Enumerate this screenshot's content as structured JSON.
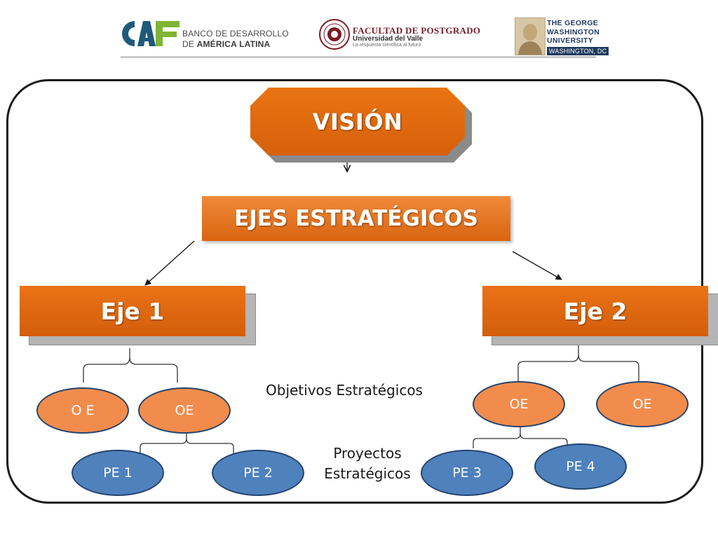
{
  "header": {
    "caf": {
      "line1": "BANCO DE DESARROLLO",
      "line2_prefix": "DE ",
      "line2_strong": "AMÉRICA LATINA"
    },
    "postgrado": {
      "title": "FACULTAD DE POSTGRADO",
      "subtitle": "Universidad del Valle",
      "tagline": "La respuesta científica al futuro"
    },
    "gw": {
      "line1": "THE GEORGE",
      "line2": "WASHINGTON",
      "line3": "UNIVERSITY",
      "city": "WASHINGTON, DC"
    }
  },
  "diagram": {
    "vision": "VISIÓN",
    "ejes": "EJES ESTRATÉGICOS",
    "eje1": "Eje 1",
    "eje2": "Eje 2",
    "eje1_objetivos": [
      "O E",
      "OE"
    ],
    "eje1_proyectos": [
      "PE 1",
      "PE 2"
    ],
    "eje2_objetivos": [
      "OE",
      "OE"
    ],
    "eje2_proyectos": [
      "PE 3",
      "PE 4"
    ],
    "objetivos_label": "Objetivos Estratégicos",
    "proyectos_label_line1": "Proyectos",
    "proyectos_label_line2": "Estratégicos"
  },
  "colors": {
    "orange": "#e06a10",
    "oval_orange": "#f28c4c",
    "oval_blue": "#4f81bd",
    "frame": "#1a1a1a"
  },
  "icons": [
    "caf-logo-icon",
    "university-seal-icon",
    "gw-portrait-icon"
  ]
}
